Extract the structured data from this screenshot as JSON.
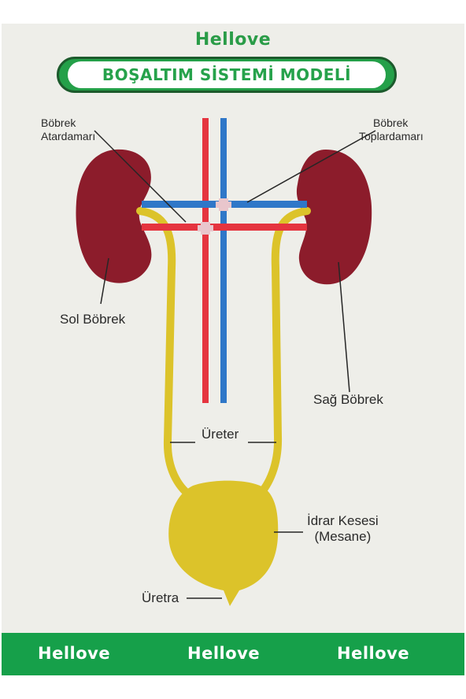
{
  "brand": {
    "name": "Hellove"
  },
  "title": "BOŞALTIM SİSTEMİ MODELİ",
  "labels": {
    "renal_artery_line1": "Böbrek",
    "renal_artery_line2": "Atardamarı",
    "renal_vein_line1": "Böbrek",
    "renal_vein_line2": "Toplardamarı",
    "left_kidney": "Sol Böbrek",
    "right_kidney": "Sağ Böbrek",
    "ureter": "Üreter",
    "bladder_line1": "İdrar Kesesi",
    "bladder_line2": "(Mesane)",
    "urethra": "Üretra"
  },
  "footer": {
    "brands": [
      "Hellove",
      "Hellove",
      "Hellove"
    ]
  },
  "colors": {
    "kidney": "#8c1c2b",
    "artery": "#e5343f",
    "vein": "#2f77c8",
    "urinary": "#dcc32a",
    "brand_green": "#16a04a"
  }
}
